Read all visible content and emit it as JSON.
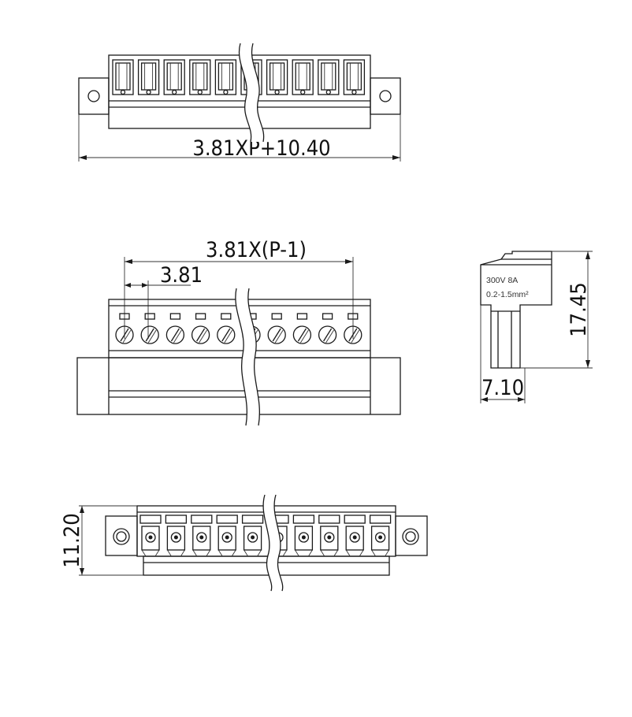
{
  "dimensions": {
    "top_width": "3.81XP+10.40",
    "pitch_span": "3.81X(P-1)",
    "pitch": "3.81",
    "height": "17.45",
    "depth": "7.10",
    "bottom_height": "11.20"
  },
  "side_label": {
    "line1": "300V 8A",
    "line2": "0.2-1.5mm²"
  },
  "colors": {
    "line": "#1a1a1a",
    "background": "#ffffff"
  },
  "pins": 10
}
